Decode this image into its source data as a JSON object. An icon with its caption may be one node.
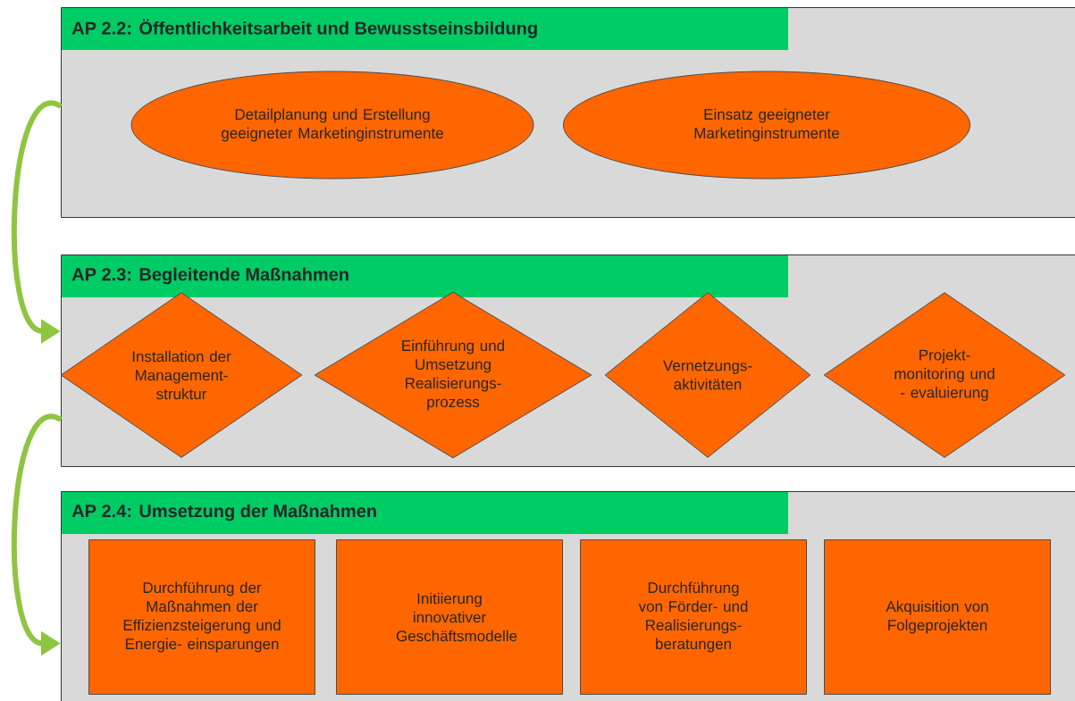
{
  "diagram": {
    "nodes": [
      {
        "text": [
          "AP 2.2: Öffentlichkeitsarbeit und Bewusstseinsbildung"
        ]
      },
      {
        "text": [
          "Detailplanung und Erstellung geeigneter Marketinginstrumente"
        ],
        "in": 0
      },
      {
        "text": [
          "Einsatz geeigneter Marketinginstrumente"
        ],
        "in": 0
      },
      {
        "text": [
          "AP 2.3: Begleitende Maßnahmen"
        ]
      },
      {
        "text": [
          "Installation der Management- struktur"
        ],
        "in": 3
      },
      {
        "text": [
          "Einführung und Umsetzung Realisierungs- prozess"
        ],
        "in": 3
      },
      {
        "text": [
          "Vernetzungs- aktivitäten"
        ],
        "in": 3
      },
      {
        "text": [
          "Projekt- monitoring und - evaluierung"
        ],
        "in": 3
      },
      {
        "text": [
          "AP 2.4: Umsetzung der Maßnahmen"
        ]
      },
      {
        "text": [
          "Durchführung der Maßnahmen der Effizienzsteigerung und Energie- einsparungen"
        ],
        "in": 8
      },
      {
        "text": [
          "Initiierung innovativer Geschäftsmodelle"
        ],
        "in": 8
      },
      {
        "text": [
          "Durchführung von Förder- und Realisierungs- beratungen"
        ],
        "in": 8
      },
      {
        "text": [
          "Akquisition von Folgeprojekten"
        ],
        "in": 8
      }
    ],
    "edges": [
      {
        "from": 0,
        "to": 3,
        "arrow": "to"
      },
      {
        "from": 3,
        "to": 8,
        "arrow": "to"
      }
    ]
  }
}
